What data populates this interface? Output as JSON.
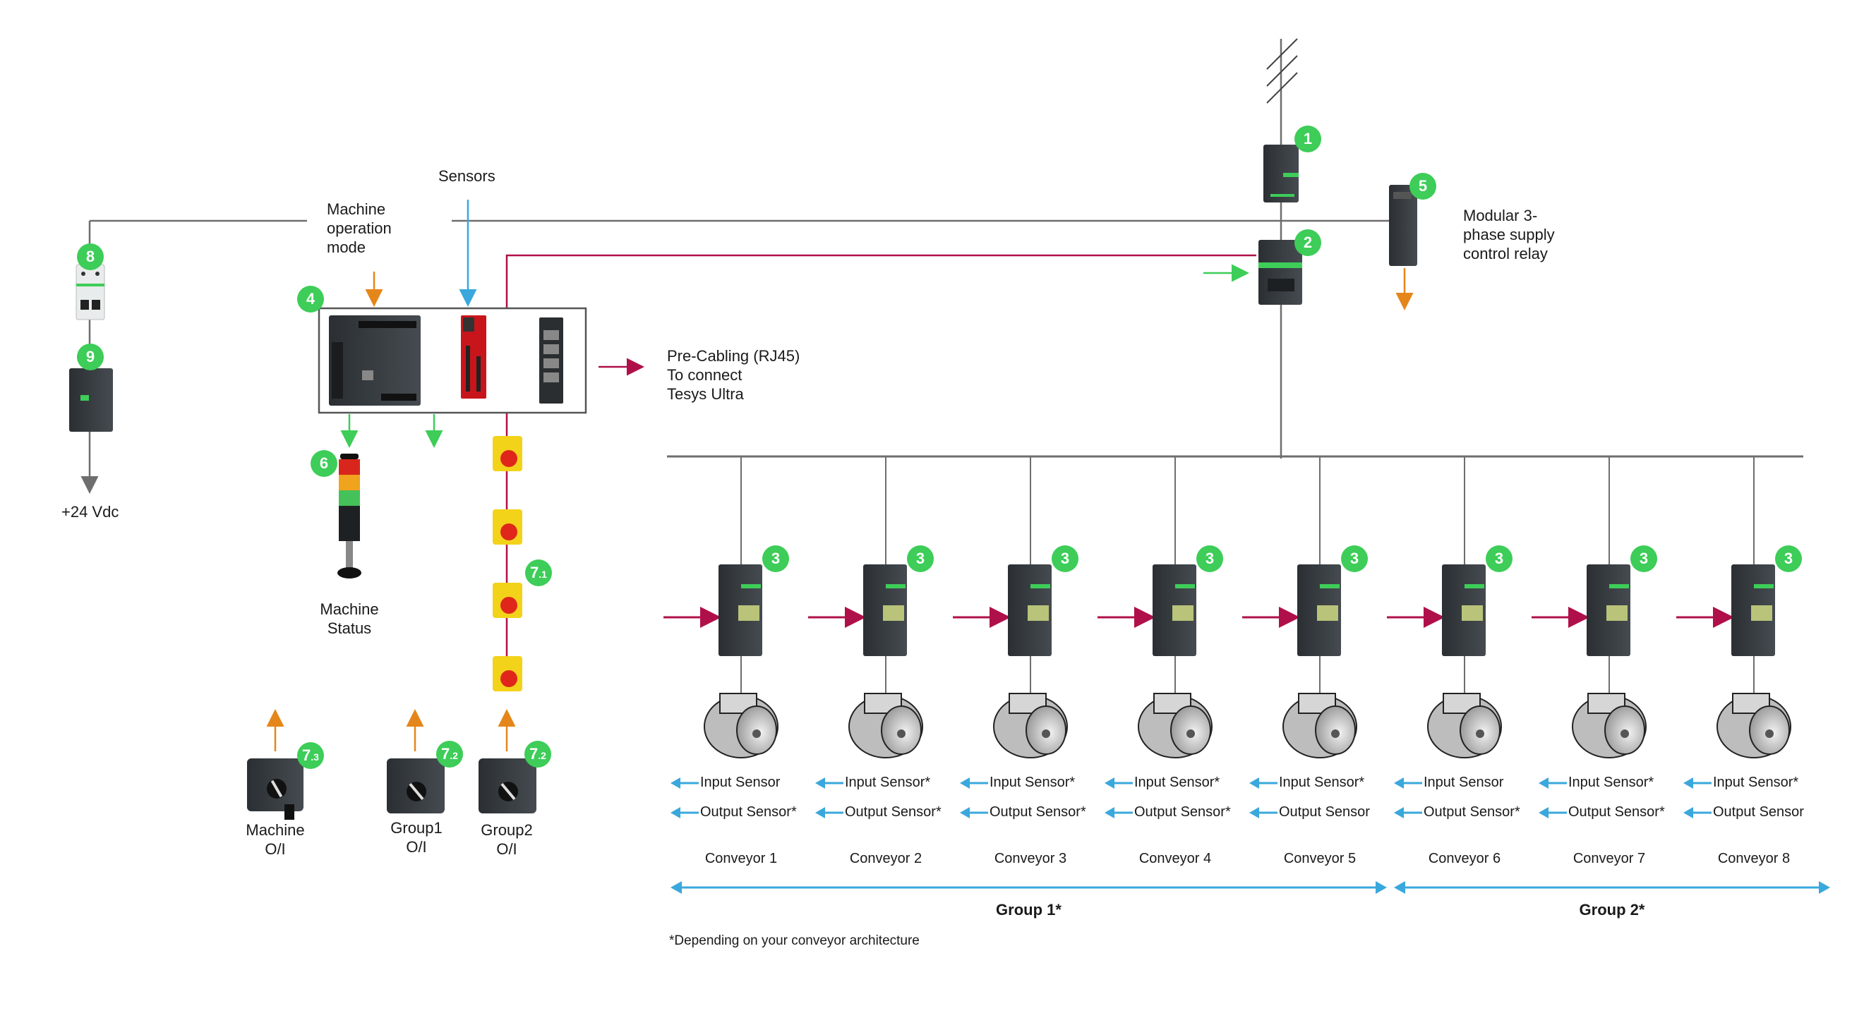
{
  "colors": {
    "badge": "#3dcd58",
    "wire": "#6e6e6e",
    "comm_red": "#b0104a",
    "sensor_blue": "#3aa8dc",
    "output_green": "#3dcd58",
    "input_orange": "#e5861a",
    "power_gray": "#6e6e6e"
  },
  "labels": {
    "sensors": "Sensors",
    "machine_operation_mode": [
      "Machine",
      "operation",
      "mode"
    ],
    "pre_cabling": [
      "Pre-Cabling (RJ45)",
      "To connect",
      "Tesys Ultra"
    ],
    "modular_relay": [
      "Modular 3-",
      "phase supply",
      "control relay"
    ],
    "supply_24vdc": "+24 Vdc",
    "machine_status": [
      "Machine",
      "Status"
    ],
    "machine_oi": [
      "Machine",
      "O/I"
    ],
    "group1_oi": [
      "Group1",
      "O/I"
    ],
    "group2_oi": [
      "Group2",
      "O/I"
    ],
    "footnote": "*Depending on your conveyor architecture"
  },
  "badges": {
    "b1": "1",
    "b2": "2",
    "b3": "3",
    "b4": "4",
    "b5": "5",
    "b6": "6",
    "b7_1": {
      "main": "7",
      "sub": ".1"
    },
    "b7_2": {
      "main": "7",
      "sub": ".2"
    },
    "b7_3": {
      "main": "7",
      "sub": ".3"
    },
    "b8": "8",
    "b9": "9"
  },
  "conveyors": [
    {
      "name": "Conveyor 1",
      "input": "Input Sensor",
      "output": "Output Sensor*"
    },
    {
      "name": "Conveyor 2",
      "input": "Input Sensor*",
      "output": "Output Sensor*"
    },
    {
      "name": "Conveyor 3",
      "input": "Input Sensor*",
      "output": "Output Sensor*"
    },
    {
      "name": "Conveyor 4",
      "input": "Input Sensor*",
      "output": "Output Sensor*"
    },
    {
      "name": "Conveyor 5",
      "input": "Input Sensor*",
      "output": "Output Sensor"
    },
    {
      "name": "Conveyor 6",
      "input": "Input Sensor",
      "output": "Output Sensor*"
    },
    {
      "name": "Conveyor 7",
      "input": "Input Sensor*",
      "output": "Output Sensor*"
    },
    {
      "name": "Conveyor 8",
      "input": "Input Sensor*",
      "output": "Output Sensor"
    }
  ],
  "groups": [
    {
      "label": "Group 1*",
      "conveyors": [
        1,
        2,
        3,
        4,
        5
      ]
    },
    {
      "label": "Group 2*",
      "conveyors": [
        6,
        7,
        8
      ]
    }
  ]
}
